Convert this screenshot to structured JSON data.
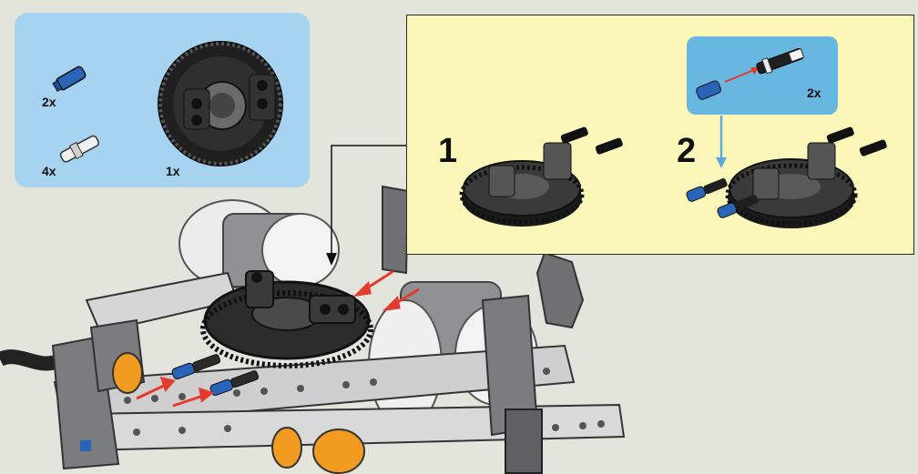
{
  "parts_list": {
    "items": [
      {
        "qty": "2x",
        "icon": "blue-axle-pin-icon"
      },
      {
        "qty": "4x",
        "icon": "gray-pin-icon"
      },
      {
        "qty": "1x",
        "icon": "turntable-gear-icon"
      }
    ]
  },
  "steps": [
    {
      "number": "1"
    },
    {
      "number": "2"
    }
  ],
  "sub_assembly": {
    "qty": "2x"
  },
  "colors": {
    "background": "#e3e4dc",
    "parts_panel": "#a6d3ef",
    "step_panel": "#fbf7b9",
    "sub_panel": "#67b7e1",
    "arrow_red": "#e53a2f",
    "arrow_blue": "#5aa9dc"
  }
}
